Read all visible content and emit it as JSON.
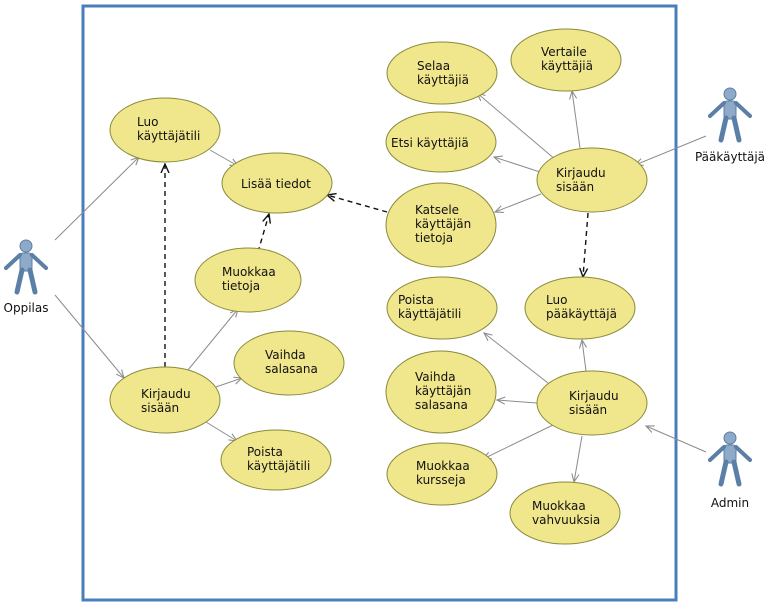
{
  "actors": {
    "oppilas": {
      "label": "Oppilas"
    },
    "paakayttaja": {
      "label": "Pääkäyttäjä"
    },
    "admin": {
      "label": "Admin"
    }
  },
  "use_cases": {
    "luo_kayttajatili": [
      "Luo",
      "käyttäjätili"
    ],
    "lisaa_tiedot": [
      "Lisää tiedot"
    ],
    "muokkaa_tietoja": [
      "Muokkaa",
      "tietoja"
    ],
    "vaihda_salasana": [
      "Vaihda",
      "salasana"
    ],
    "kirjaudu_oppilas": [
      "Kirjaudu",
      "sisään"
    ],
    "poista_oma_tili": [
      "Poista",
      "käyttäjätili"
    ],
    "selaa_kayttajia": [
      "Selaa",
      "käyttäjiä"
    ],
    "vertaile_kayttajia": [
      "Vertaile",
      "käyttäjiä"
    ],
    "etsi_kayttajia": [
      "Etsi käyttäjiä"
    ],
    "kirjaudu_paakayttaja": [
      "Kirjaudu",
      "sisään"
    ],
    "katsele_tietoja": [
      "Katsele",
      "käyttäjän",
      "tietoja"
    ],
    "poista_kayttajatili": [
      "Poista",
      "käyttäjätili"
    ],
    "luo_paakayttaja": [
      "Luo",
      "pääkäyttäjä"
    ],
    "vaihda_kayttajan_salasana": [
      "Vaihda",
      "käyttäjän",
      "salasana"
    ],
    "kirjaudu_admin": [
      "Kirjaudu",
      "sisään"
    ],
    "muokkaa_kursseja": [
      "Muokkaa",
      "kursseja"
    ],
    "muokkaa_vahvuuksia": [
      "Muokkaa",
      "vahvuuksia"
    ]
  },
  "colors": {
    "boundary": "#4a7ebb",
    "usecase_fill": "#f0e68c",
    "usecase_stroke": "#8a8a3a",
    "actor_fill": "#8eaac8",
    "actor_stroke": "#5b7fa6",
    "assoc_line": "#8c8c8c",
    "dep_line": "#111111"
  }
}
